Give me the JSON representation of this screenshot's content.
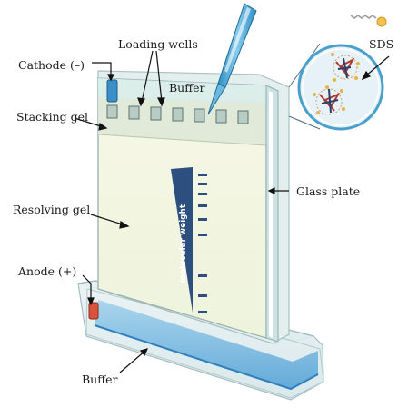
{
  "labels": {
    "cathode": "Cathode (–)",
    "loading_wells": "Loading wells",
    "buffer_top": "Buffer",
    "sds": "SDS",
    "stacking_gel": "Stacking gel",
    "resolving_gel": "Resolving gel",
    "glass_plate": "Glass plate",
    "anode": "Anode (+)",
    "buffer_bottom": "Buffer",
    "molecular_weight": "molecular weight"
  },
  "colors": {
    "glass": "#e7f1ee",
    "gel": "#f4f6e2",
    "stacking": "#e3ead9",
    "buffer": "#6fb4de",
    "buffer_dark": "#2f7fbf",
    "cathode": "#3a8fc8",
    "anode": "#d9533e",
    "band": "#2c4f80",
    "pipette": "#4aa9d6"
  },
  "icons": {
    "pipette": "pipette-icon",
    "sds_molecule": "sds-molecule-icon",
    "magnifier": "magnifier-icon"
  }
}
